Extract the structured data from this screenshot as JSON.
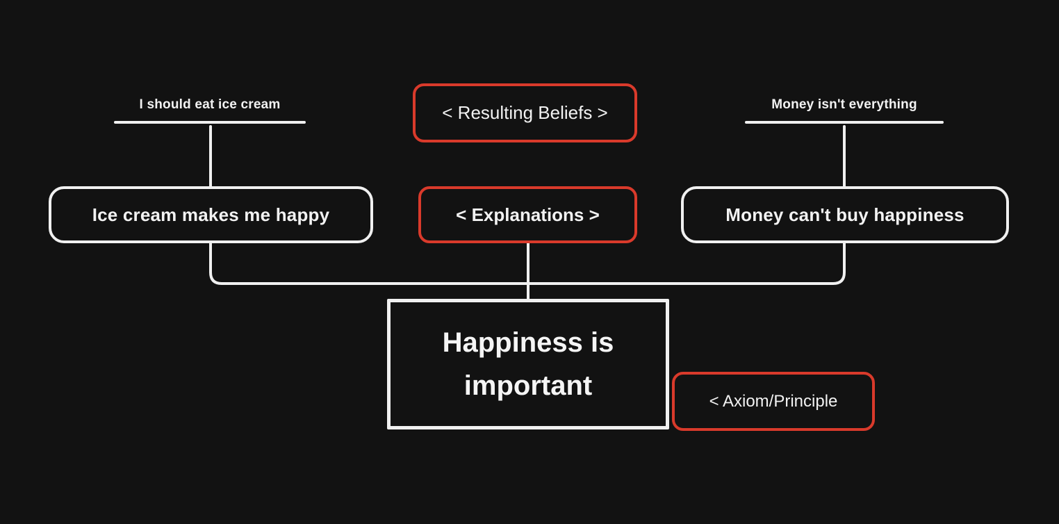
{
  "colors": {
    "background": "#121212",
    "stroke_white": "#f0f0f0",
    "accent_red": "#d93a2b",
    "text": "#f2f2f2"
  },
  "nodes": {
    "belief_left": "I should eat ice cream",
    "belief_right": "Money isn't everything",
    "explanation_left": "Ice cream makes me happy",
    "explanation_right": "Money can't buy happiness",
    "axiom": "Happiness is important"
  },
  "legend": {
    "resulting_beliefs": "< Resulting Beliefs >",
    "explanations": "< Explanations >",
    "axiom_principle": "< Axiom/Principle"
  }
}
